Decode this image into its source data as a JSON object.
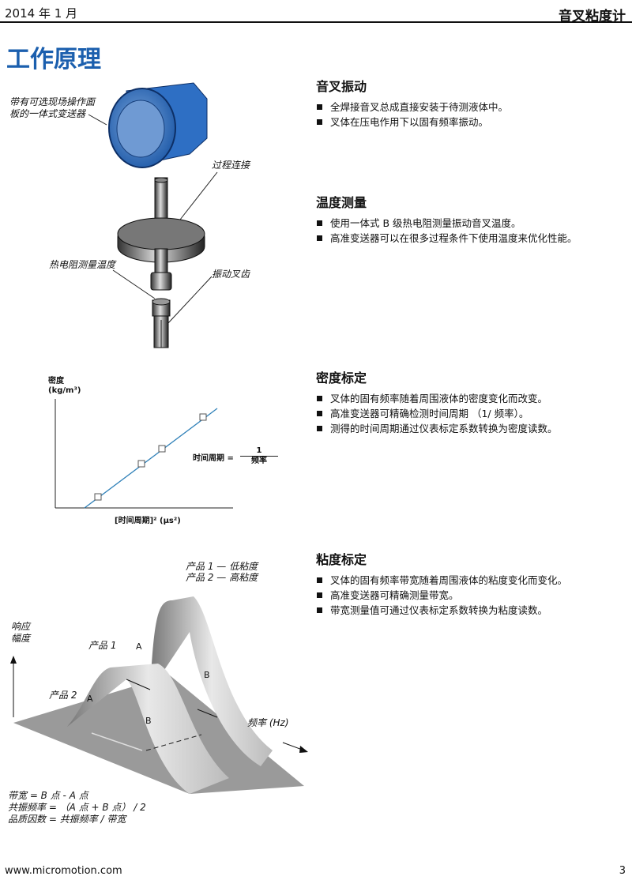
{
  "header": {
    "date": "2014 年 1 月",
    "product": "音叉粘度计"
  },
  "title": "工作原理",
  "sections": [
    {
      "heading": "音叉振动",
      "bullets": [
        "全焊接音叉总成直接安装于待测液体中。",
        "叉体在压电作用下以固有频率振动。"
      ]
    },
    {
      "heading": "温度测量",
      "bullets": [
        "使用一体式 B 级热电阻测量振动音叉温度。",
        "高准变送器可以在很多过程条件下使用温度来优化性能。"
      ]
    },
    {
      "heading": "密度标定",
      "bullets": [
        "叉体的固有频率随着周围液体的密度变化而改变。",
        "高准变送器可精确检测时间周期 （1/ 频率）。",
        "测得的时间周期通过仪表标定系数转换为密度读数。"
      ]
    },
    {
      "heading": "粘度标定",
      "bullets": [
        "叉体的固有频率带宽随着周围液体的粘度变化而变化。",
        "高准变送器可精确测量带宽。",
        "带宽测量值可通过仪表标定系数转换为粘度读数。"
      ]
    }
  ],
  "figure1": {
    "transmitter": "带有可选现场操作面板的一体式变送器",
    "process": "过程连接",
    "rtd": "热电阻测量温度",
    "tines": "振动叉齿"
  },
  "figure2": {
    "ylabel1": "密度",
    "ylabel2": "(kg/m³)",
    "xlabel": "[时间周期]² (μs²)",
    "eq_left": "时间周期 =",
    "eq_num": "1",
    "eq_den": "频率"
  },
  "figure3": {
    "legend1": "产品 1 — 低粘度",
    "legend2": "产品 2 — 高粘度",
    "yaxis1": "响应",
    "yaxis2": "幅度",
    "p1": "产品 1",
    "p2": "产品 2",
    "a": "A",
    "b": "B",
    "xaxis": "频率 (Hz)",
    "f1": "带宽 = B 点 - A 点",
    "f2": "共振频率 = （A 点 + B 点） / 2",
    "f3": "品质因数 = 共振频率 / 带宽"
  },
  "footer": {
    "url": "www.micromotion.com",
    "page": "3"
  }
}
